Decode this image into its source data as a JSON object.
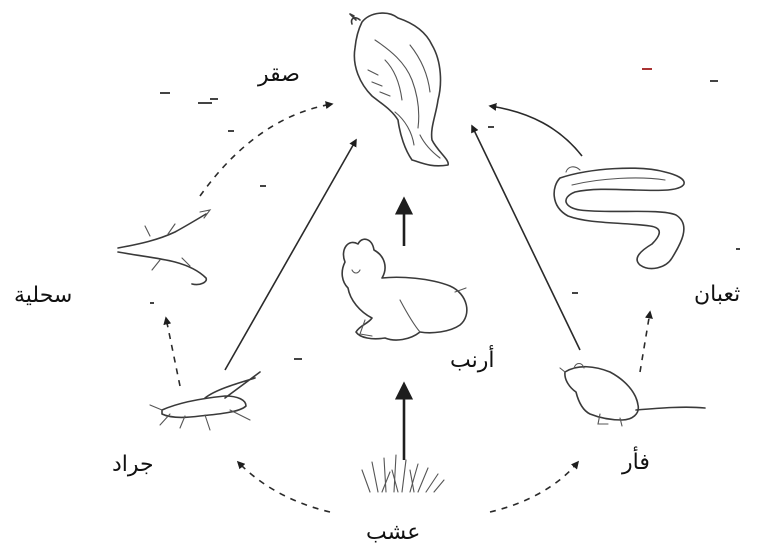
{
  "organisms": {
    "hawk": "صقر",
    "snake": "ثعبان",
    "lizard": "سحلية",
    "rabbit": "أرنب",
    "locust": "جراد",
    "mouse": "فأر",
    "grass": "عشب"
  },
  "links": [
    {
      "from": "grass",
      "to": "rabbit"
    },
    {
      "from": "grass",
      "to": "locust"
    },
    {
      "from": "grass",
      "to": "mouse"
    },
    {
      "from": "rabbit",
      "to": "hawk"
    },
    {
      "from": "locust",
      "to": "lizard"
    },
    {
      "from": "locust",
      "to": "hawk"
    },
    {
      "from": "lizard",
      "to": "hawk"
    },
    {
      "from": "mouse",
      "to": "snake"
    },
    {
      "from": "mouse",
      "to": "hawk"
    },
    {
      "from": "snake",
      "to": "hawk"
    }
  ],
  "colors": {
    "ink": "#1e1e1e",
    "arrow": "#2a2a2a",
    "background": "#ffffff"
  }
}
